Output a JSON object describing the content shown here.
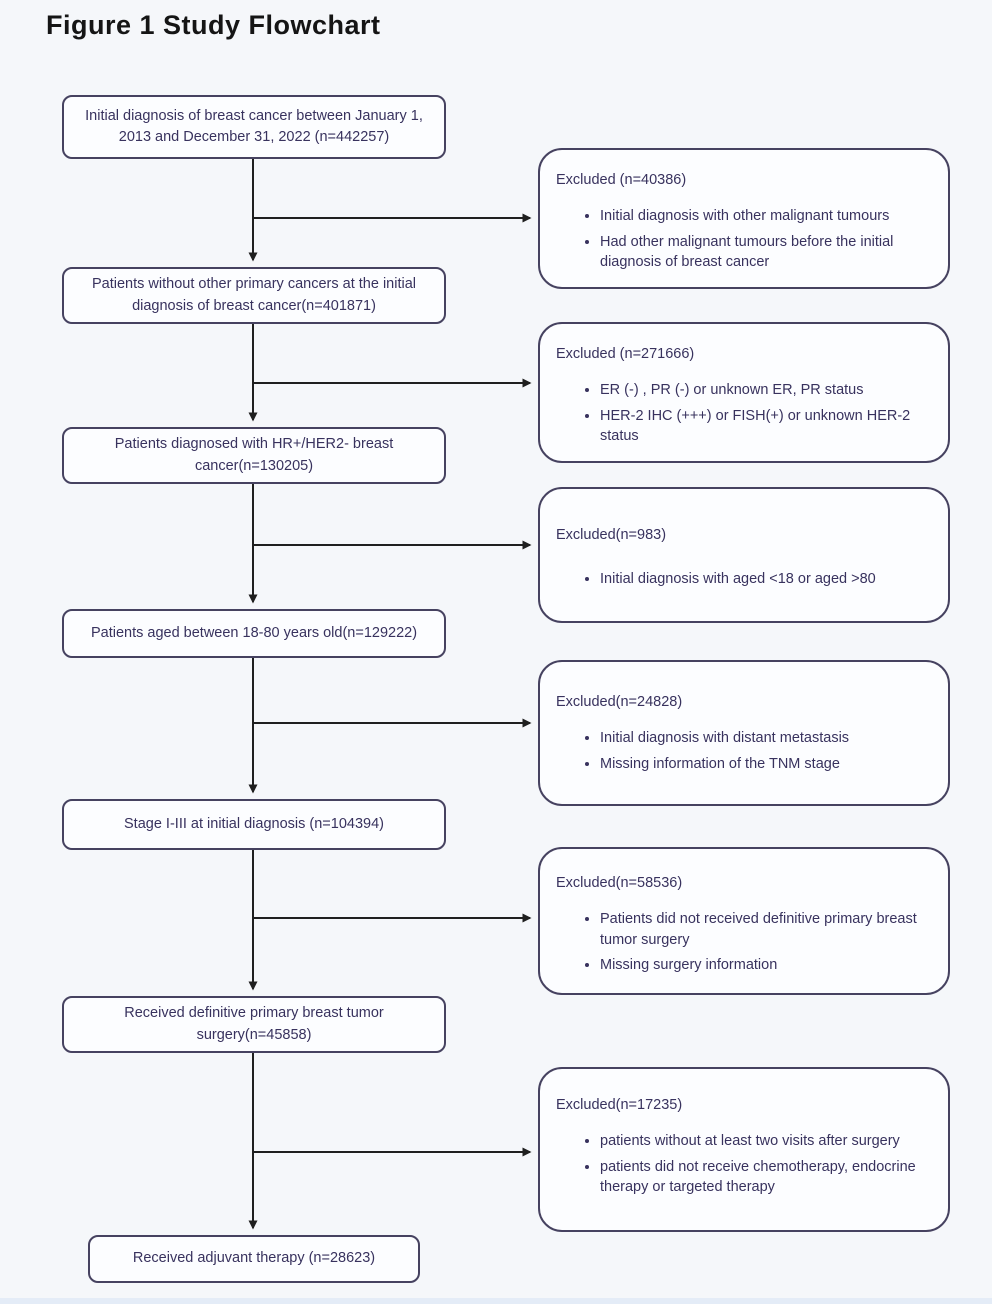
{
  "title": "Figure 1 Study Flowchart",
  "colors": {
    "page_bg": "#f5f7fa",
    "box_bg": "#fcfdff",
    "border": "#464260",
    "text": "#38325e",
    "title": "#151515",
    "arrow": "#1f1f1f",
    "bottom_bar": "#e4ecf7"
  },
  "flow": {
    "steps": [
      {
        "label": "Initial diagnosis of breast cancer between January 1, 2013 and December 31, 2022  (n=442257)"
      },
      {
        "label": "Patients without other primary cancers  at the initial diagnosis of breast cancer(n=401871)"
      },
      {
        "label": "Patients diagnosed with HR+/HER2- breast cancer(n=130205)"
      },
      {
        "label": "Patients aged between 18-80 years old(n=129222)"
      },
      {
        "label": "Stage I-III at initial diagnosis (n=104394)"
      },
      {
        "label": "Received definitive primary breast tumor surgery(n=45858)"
      },
      {
        "label": "Received adjuvant therapy  (n=28623)"
      }
    ],
    "exclusions": [
      {
        "header": "Excluded (n=40386)",
        "bullets": [
          "Initial diagnosis with other malignant tumours",
          "Had other malignant tumours before the initial diagnosis of breast cancer"
        ]
      },
      {
        "header": "Excluded (n=271666)",
        "bullets": [
          "ER (-) , PR (-) or unknown ER, PR status",
          "HER-2 IHC (+++) or FISH(+) or unknown HER-2 status"
        ]
      },
      {
        "header": "Excluded(n=983)",
        "bullets": [
          "Initial diagnosis with aged <18 or aged >80"
        ]
      },
      {
        "header": "Excluded(n=24828)",
        "bullets": [
          "Initial diagnosis with distant metastasis",
          "Missing information of the TNM stage"
        ]
      },
      {
        "header": "Excluded(n=58536)",
        "bullets": [
          "Patients did not received definitive primary breast tumor surgery",
          "Missing surgery information"
        ]
      },
      {
        "header": "Excluded(n=17235)",
        "bullets": [
          "patients without at least two visits after surgery",
          "patients did not receive chemotherapy,  endocrine therapy or targeted therapy"
        ]
      }
    ]
  }
}
